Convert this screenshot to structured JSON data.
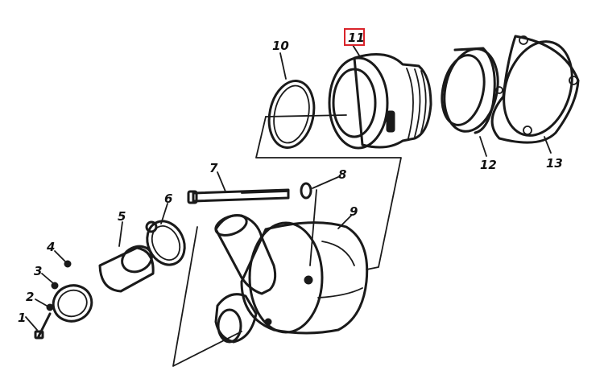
{
  "labels": {
    "p1": "1",
    "p2": "2",
    "p3": "3",
    "p4": "4",
    "p5": "5",
    "p6": "6",
    "p7": "7",
    "p8": "8",
    "p9": "9",
    "p10": "10",
    "p11": "11",
    "p12": "12",
    "p13": "13"
  },
  "highlight": {
    "label": "p11",
    "color": "#d9242b"
  }
}
